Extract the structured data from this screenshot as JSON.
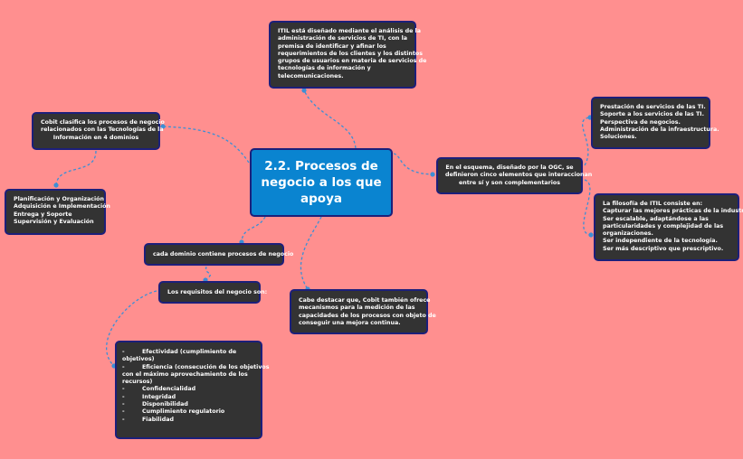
{
  "central_topic": {
    "lines": [
      "2.2. Procesos de",
      "negocio a los que",
      "apoya"
    ]
  },
  "nodes": {
    "itil_definition": {
      "lines": [
        "ITIL está diseñado mediante el análisis de la",
        "administración de servicios de TI, con la",
        "premisa de identificar y afinar los",
        "requerimientos de los clientes y los distintos",
        "grupos de usuarios en materia de servicios de",
        "tecnologías de información y",
        "telecomunicaciones."
      ]
    },
    "cobit_classifies": {
      "lines": [
        "Cobit clasifica los procesos de negocio",
        "relacionados con las Tecnologías de la",
        "Información en 4 dominios"
      ]
    },
    "cobit_domains": {
      "lines": [
        "Planificación y Organización",
        "Adquisición e Implementación",
        "Entrega y Soporte",
        "Supervisión y Evaluación"
      ]
    },
    "ogc_scheme": {
      "lines": [
        "En el esquema, diseñado por la OGC, se",
        "definieron cinco elementos que interaccionan",
        "entre sí y son complementarios"
      ]
    },
    "ogc_elements": {
      "lines": [
        "Prestación de servicios de las TI.",
        "Soporte a los servicios de las TI.",
        "Perspectiva de negocios.",
        "Administración de la infraestructura.",
        "Soluciones."
      ]
    },
    "itil_philosophy": {
      "lines": [
        "La filosofía de ITIL consiste en:",
        "Capturar las mejores prácticas de la industria.",
        "Ser escalable, adaptándose a las",
        "particularidades y complejidad de las",
        "organizaciones.",
        "Ser independiente de la tecnología.",
        "Ser más descriptivo que prescriptivo."
      ]
    },
    "domain_processes": {
      "lines": [
        "cada dominio contiene procesos de negocio"
      ]
    },
    "business_requirements": {
      "lines": [
        "Los requisitos del negocio son:"
      ]
    },
    "cobit_measurement": {
      "lines": [
        "Cabe destacar que, Cobit también ofrece",
        "mecanismos para la medición de las",
        "capacidades de los procesos con objeto de",
        "conseguir una mejora continua."
      ]
    },
    "requirements_list": {
      "items": [
        {
          "dash": "-",
          "text": "Efectividad (cumplimiento de",
          "cont": "objetivos)"
        },
        {
          "dash": "-",
          "text": "Eficiencia (consecución de los objetivos",
          "cont": "con el máximo aprovechamiento de   los",
          "cont2": "recursos)"
        },
        {
          "dash": "-",
          "text": "Confidencialidad"
        },
        {
          "dash": "-",
          "text": "Integridad"
        },
        {
          "dash": "-",
          "text": "Disponibilidad"
        },
        {
          "dash": "-",
          "text": "Cumplimiento regulatorio"
        },
        {
          "dash": "-",
          "text": "Fiabilidad"
        }
      ]
    }
  },
  "colors": {
    "background": "#ff8f8f",
    "node_fill": "#333333",
    "node_border": "#1c1f7a",
    "central_fill": "#0a84d0",
    "connector": "#3b8fd6"
  }
}
